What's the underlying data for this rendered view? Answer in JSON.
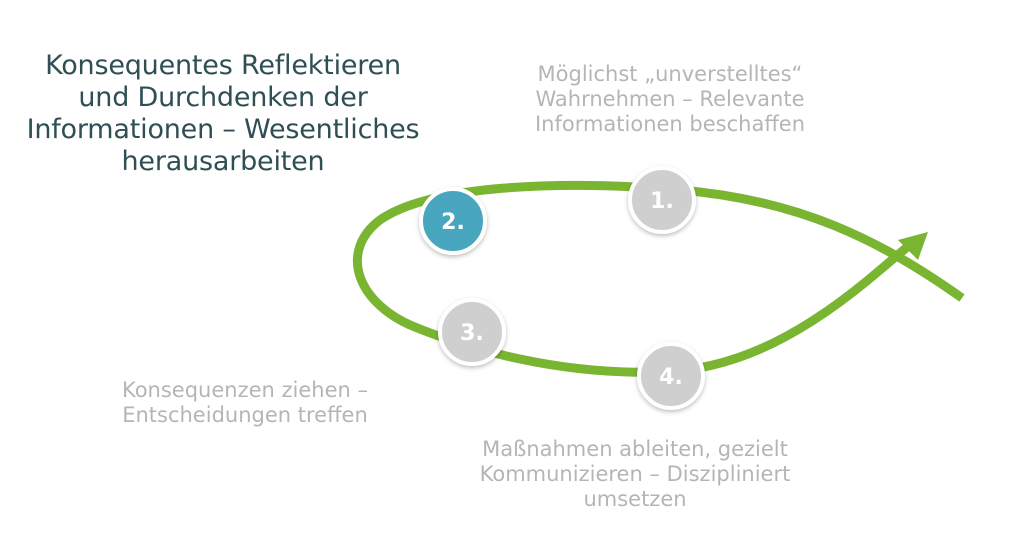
{
  "steps": [
    {
      "number": "1.",
      "text": "Möglichst „unverstelltes“\nWahrnehmen – Relevante\nInformationen beschaffen",
      "active": false
    },
    {
      "number": "2.",
      "text": "Konsequentes Reflektieren\nund Durchdenken der\nInformationen – Wesentliches\nherausarbeiten",
      "active": true
    },
    {
      "number": "3.",
      "text": "Konsequenzen ziehen –\nEntscheidungen treffen",
      "active": false
    },
    {
      "number": "4.",
      "text": "Maßnahmen ableiten, gezielt\nKommunizieren – Diszipliniert\numsetzen",
      "active": false
    }
  ],
  "colors": {
    "loop": "#7ab532",
    "active_circle": "#4aa6bf",
    "inactive_circle": "#cfcfcf",
    "circle_border": "#ffffff",
    "active_text": "#2f4f55",
    "muted_text": "#b5b5b5"
  }
}
